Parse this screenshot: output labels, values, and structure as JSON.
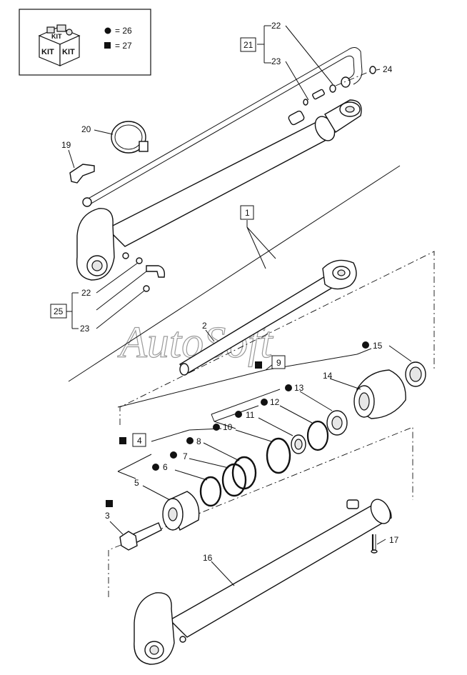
{
  "kit_legend": {
    "kit_top": "KIT",
    "kit_left": "KIT",
    "kit_right": "KIT",
    "circle_text": "= 26",
    "square_text": "= 27"
  },
  "watermark": "AutoSoft",
  "callouts": {
    "p1": "1",
    "p2": "2",
    "p3": "3",
    "p4": "4",
    "p5": "5",
    "p6": "6",
    "p7": "7",
    "p8": "8",
    "p9": "9",
    "p10": "10",
    "p11": "11",
    "p12": "12",
    "p13": "13",
    "p14": "14",
    "p15": "15",
    "p16": "16",
    "p17": "17",
    "p19": "19",
    "p20": "20",
    "p21": "21",
    "p22a": "22",
    "p23a": "23",
    "p22b": "22",
    "p23b": "23",
    "p24": "24",
    "p25": "25"
  },
  "colors": {
    "ink": "#111111",
    "watermark": "#9a9a9a",
    "fill": "#ffffff"
  }
}
